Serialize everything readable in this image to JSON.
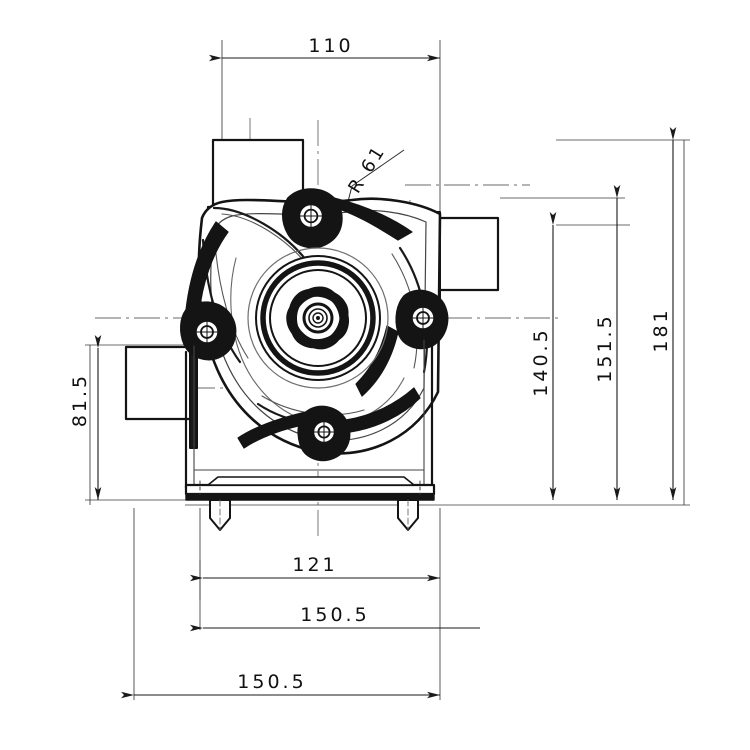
{
  "drawing": {
    "title": "Pump volute housing technical drawing",
    "units": "mm",
    "line_color": "#1a1a1a",
    "dim_color": "#2b2b2b",
    "center_color": "#555555",
    "background": "#ffffff"
  },
  "dimensions": {
    "top": [
      {
        "name": "110",
        "value": "110",
        "orientation": "horizontal"
      }
    ],
    "right": [
      {
        "name": "140.5",
        "value": "140.5",
        "orientation": "vertical"
      },
      {
        "name": "151.5",
        "value": "151.5",
        "orientation": "vertical"
      },
      {
        "name": "181",
        "value": "181",
        "orientation": "vertical"
      }
    ],
    "left": [
      {
        "name": "81.5",
        "value": "81.5",
        "orientation": "vertical"
      }
    ],
    "bottom": [
      {
        "name": "121",
        "value": "121",
        "orientation": "horizontal"
      },
      {
        "name": "150.5-inner",
        "value": "150.5",
        "orientation": "horizontal"
      },
      {
        "name": "150.5-outer",
        "value": "150.5",
        "orientation": "horizontal"
      }
    ],
    "radius": [
      {
        "name": "R 61",
        "value": "R 61",
        "orientation": "leader"
      }
    ]
  },
  "labels": {
    "dim_110": "110",
    "dim_140_5": "140.5",
    "dim_151_5": "151.5",
    "dim_181": "181",
    "dim_81_5": "81.5",
    "dim_121": "121",
    "dim_150_5_inner": "150.5",
    "dim_150_5_outer": "150.5",
    "radius_r61": "R 61"
  },
  "components": {
    "top_inlet_port": "top-inlet-port",
    "right_outlet_port": "right-outlet-port",
    "left_side_port": "left-side-port",
    "volute_housing": "volute-housing",
    "impeller": "impeller",
    "impeller_hub": "impeller-hub",
    "bolt_boss_top": "bolt-boss-top",
    "bolt_boss_left": "bolt-boss-left",
    "bolt_boss_right": "bolt-boss-right",
    "bolt_boss_bottom": "bolt-boss-bottom",
    "base_plate": "base-plate",
    "foot_left": "mounting-foot-left",
    "foot_right": "mounting-foot-right"
  }
}
